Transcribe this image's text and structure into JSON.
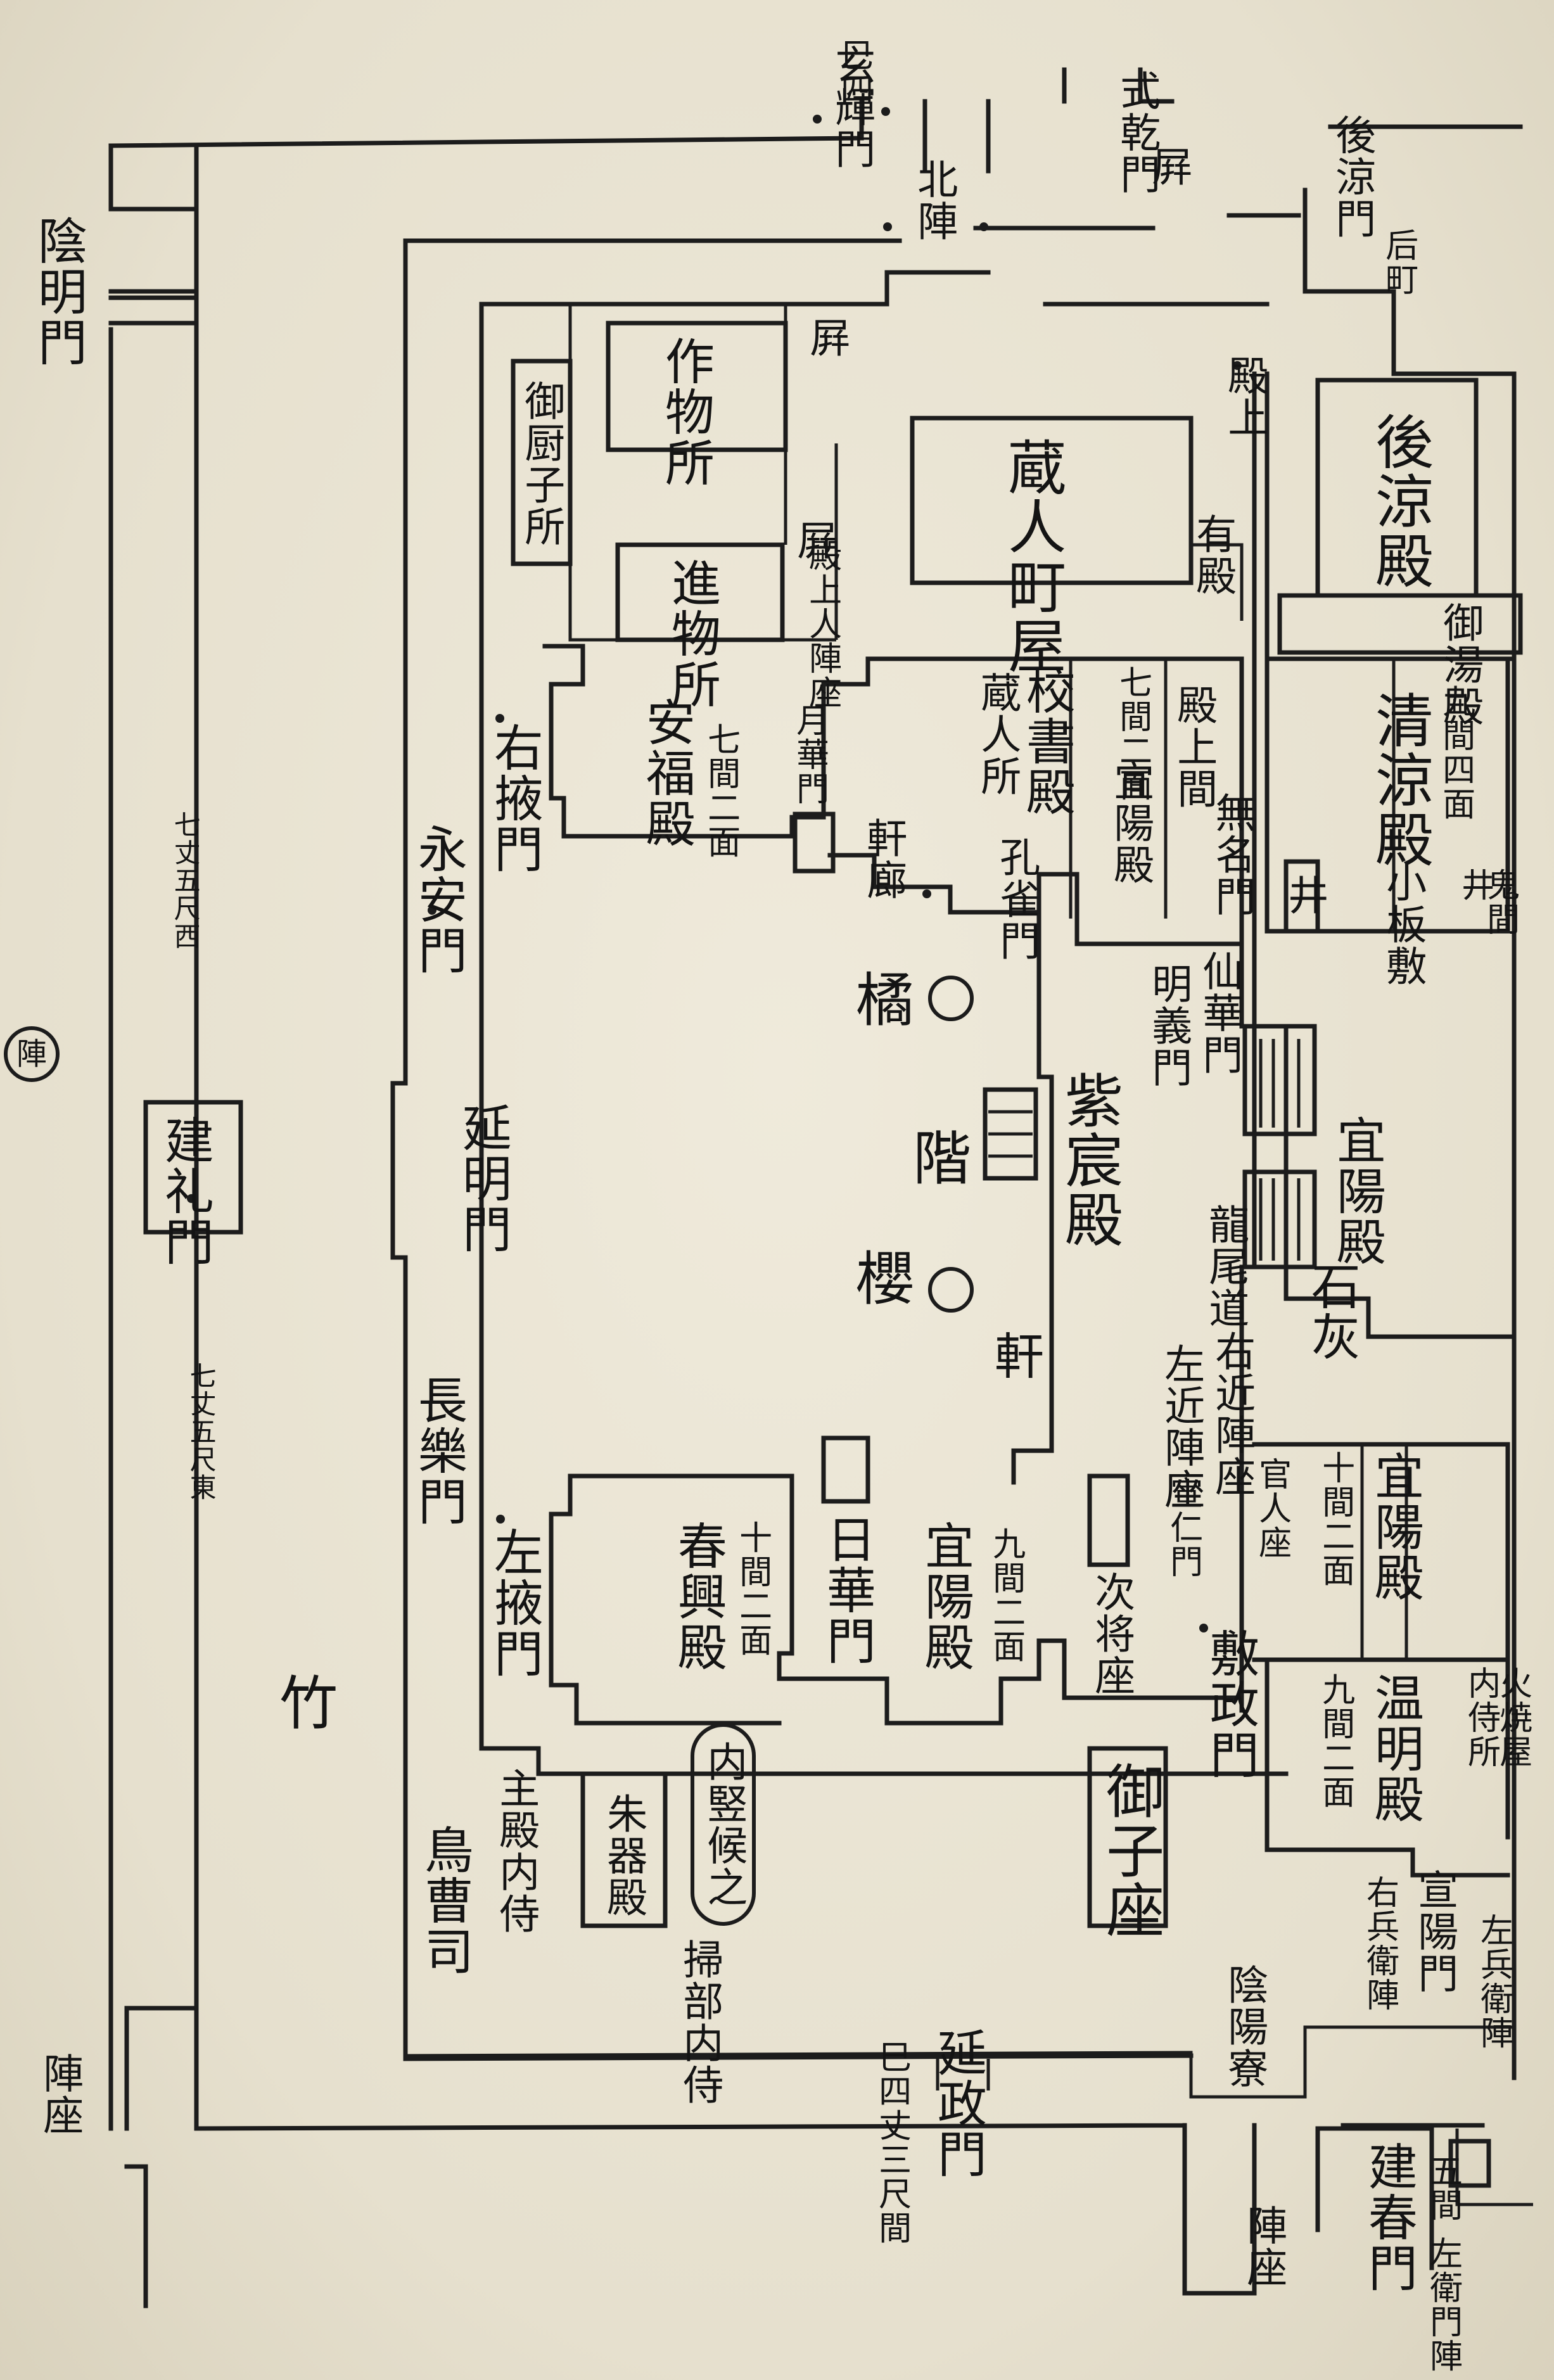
{
  "diagram": {
    "outer": {
      "inmei_mon": "陰明門",
      "eiansoku_mon": "永安門",
      "eiansoku_note": "七丈五尺西",
      "kenrei_mon": "建礼門",
      "kenrei_mark": "○",
      "chorakumon": "長樂門",
      "chorakumon_note": "七丈五尺東",
      "enmei_mon": "延明門",
      "take": "竹",
      "chinza_zashi": "陣座",
      "kenshun_mon": "建春門",
      "kenshun_note": "五間",
      "kenshun_sub": "左衛門陣",
      "shindenhyo": "陣座"
    },
    "inner": {
      "sakumotsudokoro": "作物所",
      "shinmotsudokoro": "進物所",
      "byobu_1": "屛",
      "byobu_2": "屛",
      "zushodokoro": "御厨子所",
      "kurodo_machiya": "蔵人町屋",
      "kurodo_machiya_note": "殿上人陣座",
      "ushori_mon": "右掖門",
      "ajianden": "安福殿",
      "ajianden_note": "七間二面",
      "gekka_mon": "月華門",
      "kotoden": "校書殿",
      "kurodo_dokoro": "蔵人所",
      "sokyoden_note": "七間二面",
      "shukyoden": "宜陽殿",
      "keigamon": "孔雀門",
      "nokiba": "軒廊",
      "ukon": "右近",
      "tachibana": "橘",
      "kaidan": "階",
      "sakura": "櫻",
      "hashi": "軒",
      "tenjonoma": "殿上間",
      "futatsu_ma": "無名門",
      "kiritsubo": "有殿",
      "senkyo_mon": "仙華門",
      "meigi_mon": "明義門",
      "shishinden": "紫宸殿",
      "jinza_ukon": "右近陣座",
      "sekkan": "左近陣座",
      "sekkan_note": "宣仁門",
      "gejosha": "宜陽殿",
      "senyoden": "宣陽殿",
      "sahoe_mon": "左掖門",
      "shunkoden": "春興殿",
      "shunkoden_note": "十間二面",
      "ryukakuden": "日華門",
      "kiden": "宜陽殿",
      "kiden_note": "九間二面",
      "jiju_za": "次将座",
      "naigei_uchi": "内竪候之",
      "zushoryo": "朱器殿",
      "shuden_naiji": "主殿内侍",
      "toriso": "鳥曹司",
      "gosho_sozai": "御子座",
      "kamon": "掃部内侍",
      "ensei_mon": "延政門",
      "ensei_note": "巳四丈三尺間",
      "kyoga_mon": "敷政門",
      "kansho": "官人座",
      "sakon_jinza": "左近陣座"
    },
    "north": {
      "genkimon": "玄輝門",
      "genkimon_note": "巳四",
      "shikiden": "式乾門",
      "byobu_n": "屛",
      "kitano_jin": "北陣",
      "kokiden": "後涼殿",
      "onyudono": "御湯殿",
      "seiryoden": "清涼殿",
      "seiryoden_note": "九間四面",
      "kogosho": "小板敷",
      "ido": "井",
      "ido_note": "井",
      "kimen": "鬼間",
      "tenjo": "殿上",
      "ushiro_mon": "後涼門",
      "kogo_shitsu": "后町"
    },
    "east": {
      "kennyo": "宜陽殿",
      "gekkyo_kennyo": "宜陽殿",
      "senyo_mon": "宣陽門",
      "kogeki": "右兵衛陣",
      "sakuhyoe": "左兵衛陣",
      "shinden_e": "左兵衛陣",
      "ishibai": "石灰",
      "ryuen": "龍尾道",
      "shiden": "温明殿",
      "shiden_note": "九間二面",
      "koku": "陰陽寮",
      "kentai": "内侍所",
      "hitaki": "火焼屋"
    },
    "marks": {
      "chiku": "陣"
    }
  }
}
